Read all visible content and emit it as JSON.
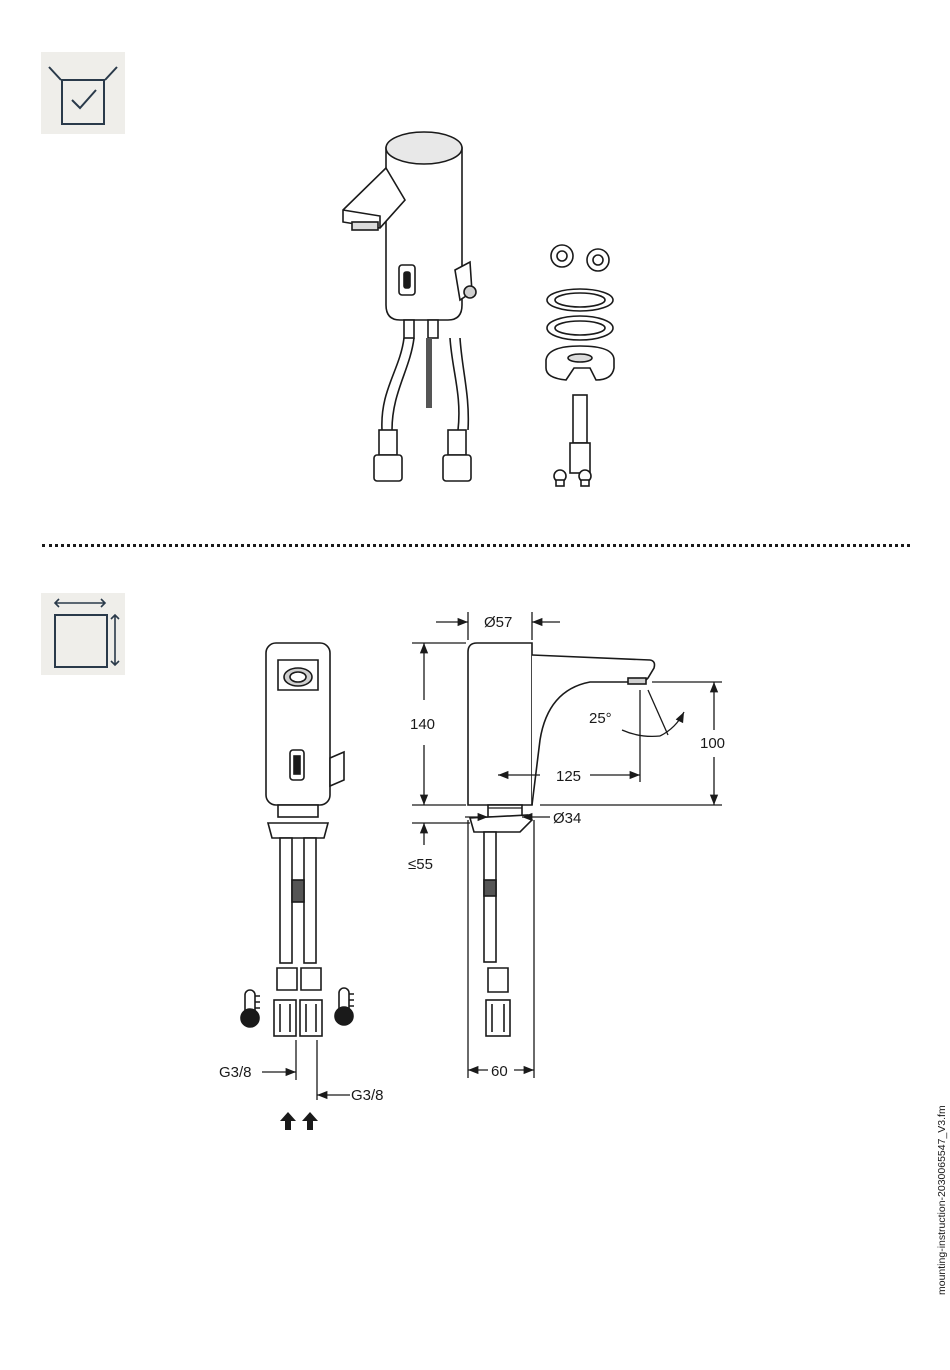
{
  "icons": {
    "scope_of_delivery": "box-with-checkmark-icon",
    "dimensions": "dimension-square-icon",
    "cold_water": "thermometer-cold-icon",
    "hot_water": "thermometer-hot-icon",
    "flow_direction": "arrow-up-icon"
  },
  "dimensions": {
    "body_diameter": "Ø57",
    "total_height": "140",
    "spray_angle": "25°",
    "spout_height": "100",
    "projection": "125",
    "base_diameter": "Ø34",
    "max_deck_thickness": "≤55",
    "depth": "60",
    "connection_left": "G3/8",
    "connection_right": "G3/8"
  },
  "footer": {
    "file_reference": "mounting-instruction-2030065547_V3.fm"
  },
  "colors": {
    "ink": "#1a1a1a",
    "icon_background": "#efeeea"
  }
}
